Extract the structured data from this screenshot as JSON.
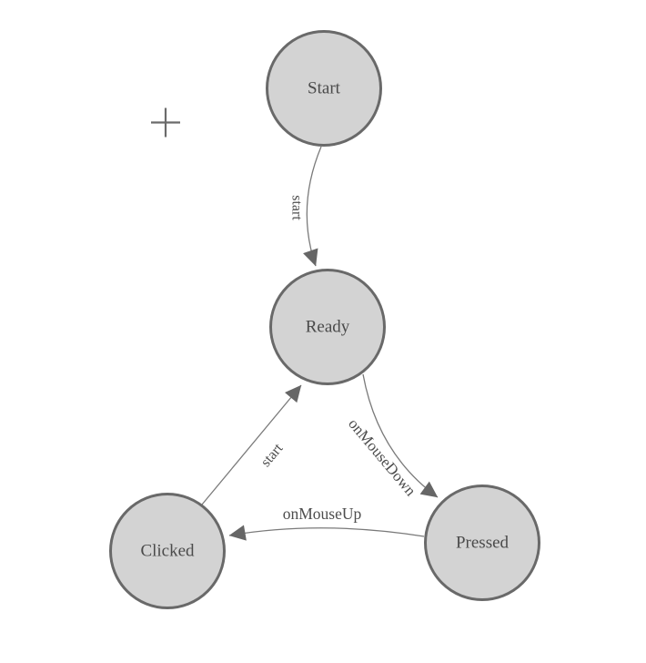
{
  "diagram": {
    "type": "state-machine",
    "background_color": "#ffffff",
    "node_fill_color": "#d3d3d3",
    "node_border_color": "#696969",
    "edge_color": "#7a7a7a",
    "arrow_color": "#666666",
    "label_color": "#4a4a4a",
    "cursor_icon": "crosshair-plus",
    "nodes": [
      {
        "id": "start",
        "label": "Start"
      },
      {
        "id": "ready",
        "label": "Ready"
      },
      {
        "id": "clicked",
        "label": "Clicked"
      },
      {
        "id": "pressed",
        "label": "Pressed"
      }
    ],
    "edges": [
      {
        "from": "Start",
        "to": "Ready",
        "label": "start"
      },
      {
        "from": "Ready",
        "to": "Pressed",
        "label": "onMouseDown"
      },
      {
        "from": "Pressed",
        "to": "Clicked",
        "label": "onMouseUp"
      },
      {
        "from": "Clicked",
        "to": "Ready",
        "label": "start"
      }
    ]
  }
}
